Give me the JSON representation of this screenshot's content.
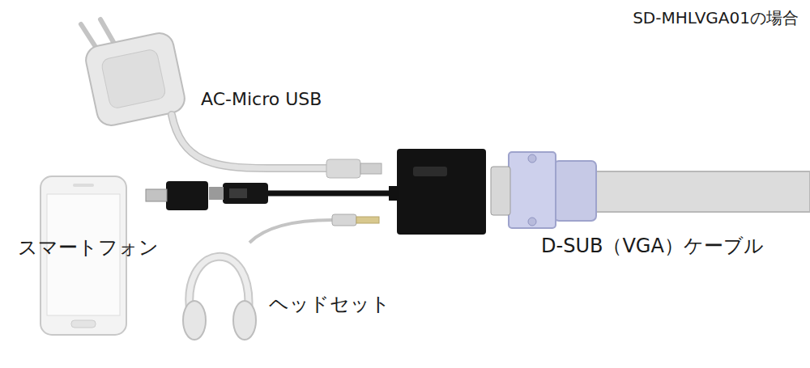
{
  "diagram": {
    "title": "SD-MHLVGA01の場合",
    "labels": [
      "AC-Micro USB",
      "スマートフォン",
      "ヘッドセット",
      "D-SUB（VGA）ケーブル"
    ]
  }
}
